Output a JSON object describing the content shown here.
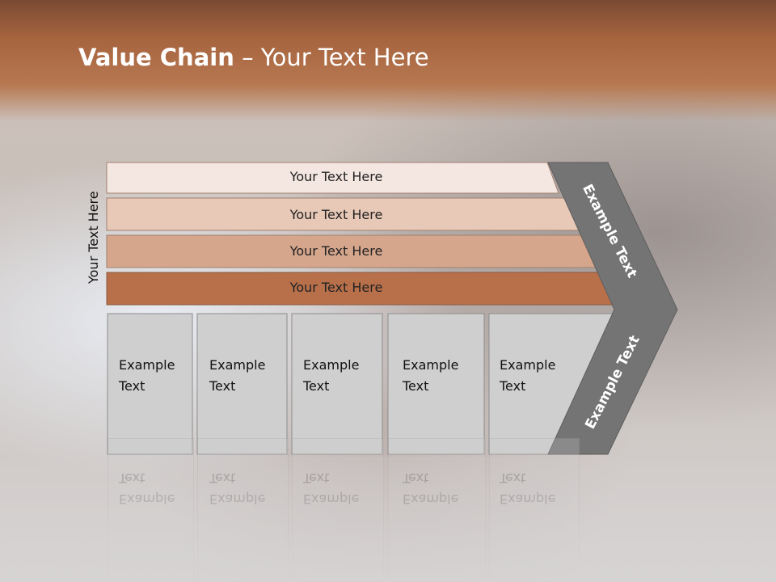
{
  "slide": {
    "title_bold": "Value Chain",
    "title_rest": " – Your Text Here",
    "side_label": "Your Text Here"
  },
  "bands": [
    {
      "label": "Your Text Here",
      "color": "#f4e6e0"
    },
    {
      "label": "Your Text Here",
      "color": "#e8c8b6"
    },
    {
      "label": "Your Text Here",
      "color": "#d5a68c"
    },
    {
      "label": "Your Text Here",
      "color": "#b8704b"
    }
  ],
  "boxes": [
    {
      "line1": "Example",
      "line2": "Text"
    },
    {
      "line1": "Example",
      "line2": "Text"
    },
    {
      "line1": "Example",
      "line2": "Text"
    },
    {
      "line1": "Example",
      "line2": "Text"
    },
    {
      "line1": "Example",
      "line2": "Text"
    }
  ],
  "arrow": {
    "upper_label": "Example Text",
    "lower_label": "Example Text",
    "color": "#747474"
  },
  "colors": {
    "header": "#a5633e",
    "box_fill": "#cfcfcf",
    "box_border": "#8c8c8c"
  }
}
